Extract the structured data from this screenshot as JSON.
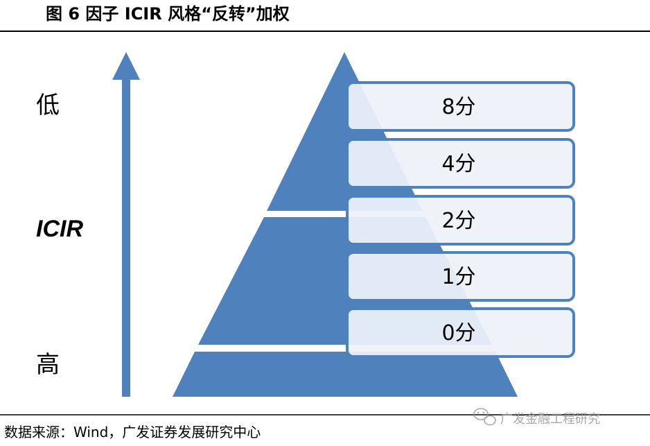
{
  "title": "图 6 因子 ICIR 风格“反转”加权",
  "axis": {
    "top_label": "低",
    "middle_label": "ICIR",
    "bottom_label": "高"
  },
  "score_boxes": [
    {
      "label": "8分"
    },
    {
      "label": "4分"
    },
    {
      "label": "2分"
    },
    {
      "label": "1分"
    },
    {
      "label": "0分"
    }
  ],
  "source": "数据来源：Wind，广发证券发展研究中心",
  "watermark": {
    "text": "广发金融工程研究",
    "icon": "wechat-icon"
  },
  "colors": {
    "pyramid": "#4f81bd",
    "box_fill": "#eef2f9",
    "box_border": "#4f81bd",
    "axis_arrow": "#4f81bd",
    "rule": "#000000"
  }
}
